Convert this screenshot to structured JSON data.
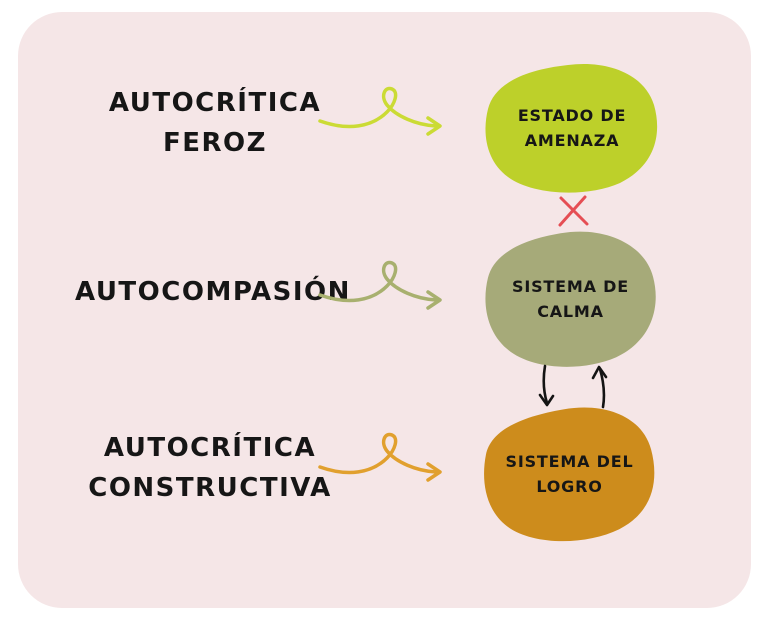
{
  "page": {
    "background": "#ffffff"
  },
  "board": {
    "background": "#f5e6e7",
    "text_color": "#161616"
  },
  "rows": [
    {
      "label_lines": [
        "AUTOCRÍTICA",
        "FEROZ"
      ],
      "arrow": {
        "icon": "curvy-loop-arrow",
        "color": "#cbdb35"
      },
      "blob": {
        "lines": [
          "ESTADO DE",
          "AMENAZA"
        ],
        "fill": "#bdd02a"
      }
    },
    {
      "label_lines": [
        "AUTOCOMPASIÓN"
      ],
      "arrow": {
        "icon": "curvy-loop-arrow",
        "color": "#a8b06f"
      },
      "blob": {
        "lines": [
          "SISTEMA DE",
          "CALMA"
        ],
        "fill": "#a6aa79"
      }
    },
    {
      "label_lines": [
        "AUTOCRÍTICA",
        "CONSTRUCTIVA"
      ],
      "arrow": {
        "icon": "curvy-loop-arrow",
        "color": "#e1a02e"
      },
      "blob": {
        "lines": [
          "SISTEMA DEL",
          "LOGRO"
        ],
        "fill": "#cd8c1c"
      }
    }
  ],
  "connectors": {
    "blocked_cross": {
      "icon": "red-x-cross",
      "color": "#e54e54"
    },
    "exchange_arrows": {
      "icon": "up-down-arrows",
      "color": "#141414"
    }
  },
  "icons": {
    "curvy-loop-arrow": "hand-drawn looping arrow pointing right",
    "red-x-cross": "hand-drawn X mark (blocked path)",
    "up-down-arrows": "paired down and up arrows (two-way exchange)"
  }
}
